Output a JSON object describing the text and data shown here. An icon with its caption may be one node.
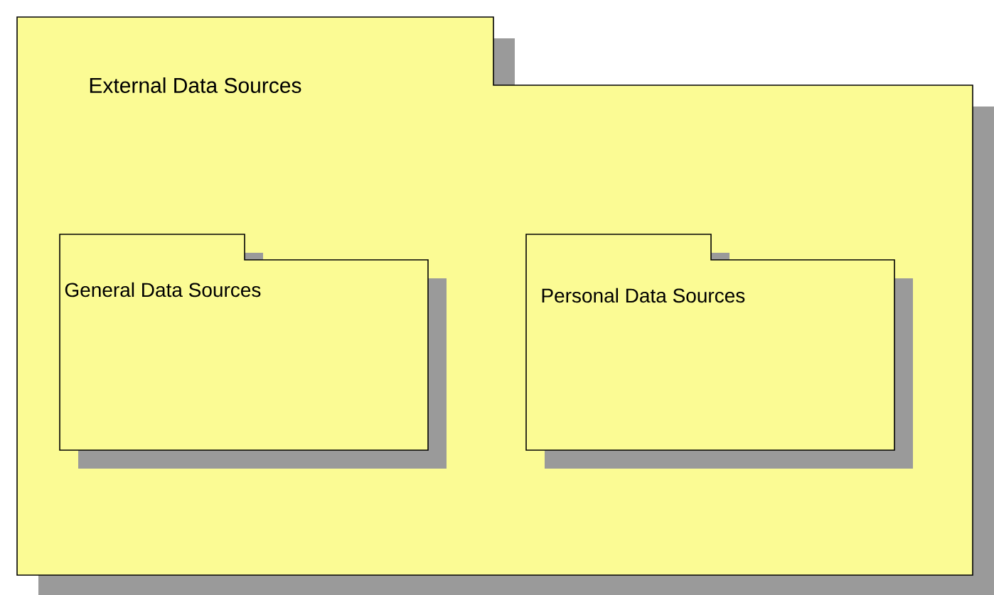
{
  "diagram": {
    "nodes": [
      {
        "text": [
          "External Data Sources"
        ]
      },
      {
        "text": [
          "General Data Sources"
        ],
        "in": 0
      },
      {
        "text": [
          "Personal Data Sources"
        ],
        "in": 0
      }
    ]
  }
}
